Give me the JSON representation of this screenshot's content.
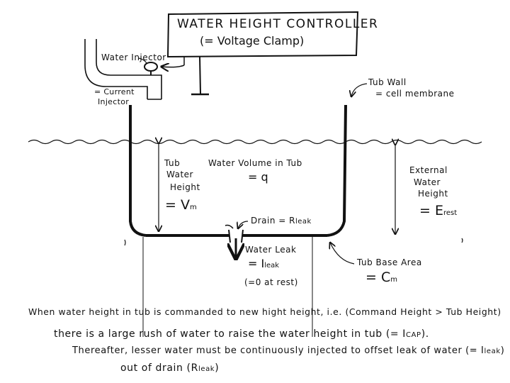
{
  "controller": {
    "title": "WATER HEIGHT CONTROLLER",
    "subtitle": "(= Voltage Clamp)"
  },
  "injector": {
    "label": "Water Injector",
    "eq": "= Current",
    "eq2": "Injector"
  },
  "tub_wall": {
    "label": "Tub Wall",
    "eq": "= cell membrane"
  },
  "tub_height": {
    "line1": "Tub",
    "line2": "Water",
    "line3": "Height",
    "eq": "= V",
    "eq_sub": "m"
  },
  "volume": {
    "label": "Water Volume in Tub",
    "eq": "= q"
  },
  "external": {
    "line1": "External",
    "line2": "Water",
    "line3": "Height",
    "eq": "= E",
    "eq_sub": "rest"
  },
  "drain": {
    "label": "Drain = R",
    "sub": "leak"
  },
  "leak": {
    "label": "Water Leak",
    "eq": "= I",
    "eq_sub": "leak",
    "rest": "(=0 at rest)"
  },
  "base": {
    "label": "Tub Base Area",
    "eq": "= C",
    "eq_sub": "m"
  },
  "notes": {
    "line1": "When water height in tub is commanded to new hight height, i.e. (Command Height > Tub Height)",
    "line2": "there is a large rush of water to raise the water height in tub (= I",
    "line2_sub": "CAP",
    "line2_end": ").",
    "line3": "Thereafter, lesser water must be continuously injected to offset leak of water (= I",
    "line3_sub": "leak",
    "line3_end": ")",
    "line4": "out of drain (R",
    "line4_sub": "leak",
    "line4_end": ")"
  }
}
